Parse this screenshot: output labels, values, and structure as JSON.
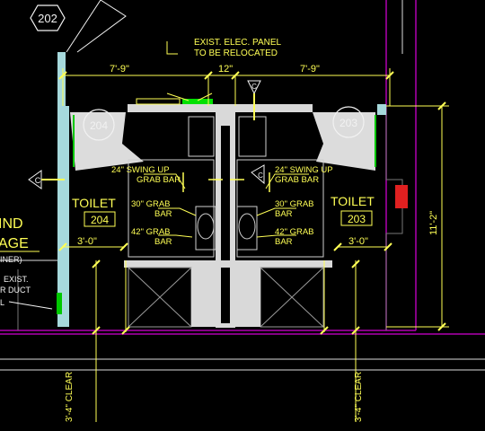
{
  "drawing": {
    "room_tags": {
      "r202": "202",
      "r204": "204",
      "r203": "203"
    },
    "dimensions": {
      "left_width": "7'-9\"",
      "center_gap": "12\"",
      "right_width": "7'-9\"",
      "left_toilet_width": "3'-0\"",
      "right_toilet_width": "3'-0\"",
      "height": "11'-2\"",
      "clear_left": "3'-4\" CLEAR",
      "clear_right": "3'-4\" CLEAR"
    },
    "notes": {
      "panel_line1": "EXIST. ELEC. PANEL",
      "panel_line2": "TO BE RELOCATED",
      "left_swing_1": "24\" SWING UP",
      "left_swing_2": "GRAB BAR",
      "right_swing_1": "24\" SWING UP",
      "right_swing_2": "GRAB BAR",
      "left_30_1": "30\" GRAB",
      "left_30_2": "BAR",
      "left_42_1": "42\" GRAB",
      "left_42_2": "BAR",
      "right_30_1": "30\" GRAB",
      "right_30_2": "BAR",
      "right_42_1": "42\" GRAB",
      "right_42_2": "BAR"
    },
    "rooms": {
      "toilet_left_name": "TOILET",
      "toilet_left_num": "204",
      "toilet_right_name": "TOILET",
      "toilet_right_num": "203"
    },
    "elevation_markers": {
      "left": "C",
      "center": "C",
      "right": "C"
    },
    "cut_text": {
      "line1": "IND",
      "line2": "AGE",
      "line3": "INER)",
      "line4": "EXIST.",
      "line5": "R DUCT",
      "line6": "L"
    }
  }
}
